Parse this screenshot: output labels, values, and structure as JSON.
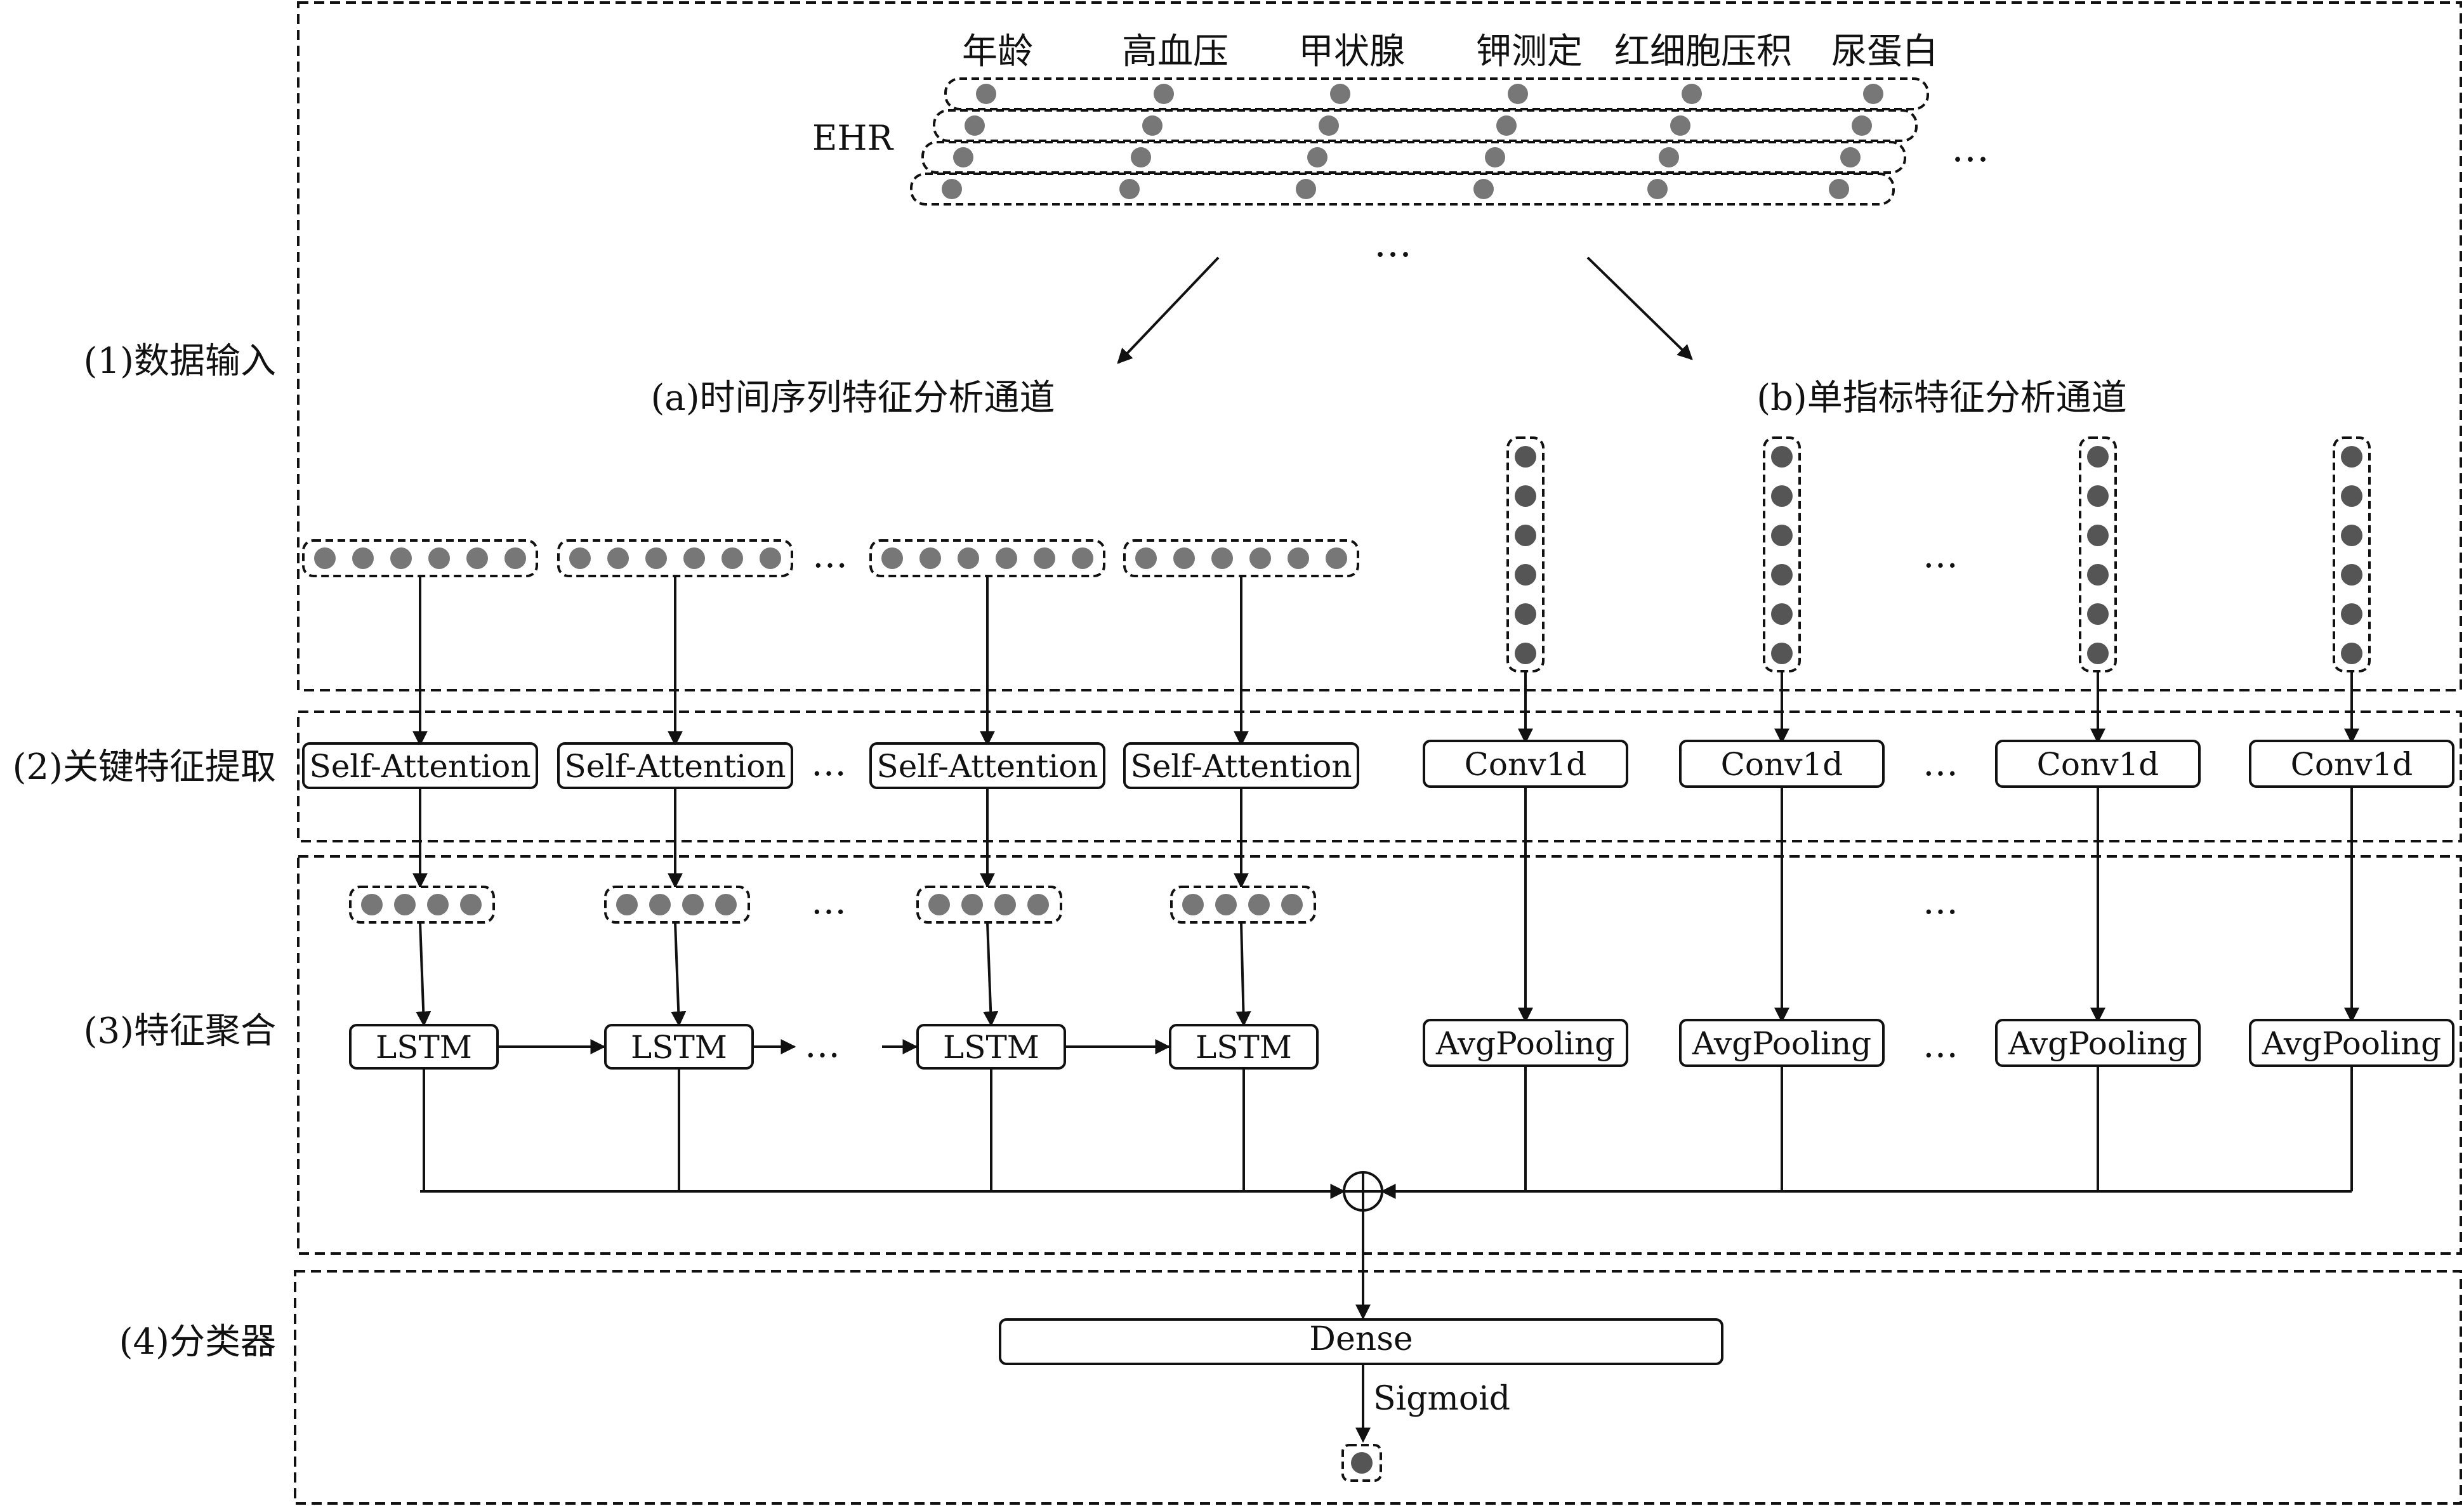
{
  "stages": [
    {
      "id": "input",
      "label": "(1)数据输入"
    },
    {
      "id": "extract",
      "label": "(2)关键特征提取"
    },
    {
      "id": "aggregate",
      "label": "(3)特征聚合"
    },
    {
      "id": "classifier",
      "label": "(4)分类器"
    }
  ],
  "ehr": {
    "label": "EHR",
    "features": [
      "年龄",
      "高血压",
      "甲状腺",
      "钾测定",
      "红细胞压积",
      "尿蛋白"
    ],
    "row_count": 4,
    "ellipsis_right": "…",
    "ellipsis_below": "…"
  },
  "channels": {
    "temporal": "(a)时间序列特征分析通道",
    "single": "(b)单指标特征分析通道"
  },
  "modules": {
    "self_attention": "Self-Attention",
    "lstm": "LSTM",
    "conv1d": "Conv1d",
    "avgpooling": "AvgPooling",
    "dense": "Dense",
    "sigmoid": "Sigmoid",
    "concat_symbol": "⊕"
  },
  "temporal_branches": 4,
  "single_branches": 4,
  "ellipsis": "…"
}
